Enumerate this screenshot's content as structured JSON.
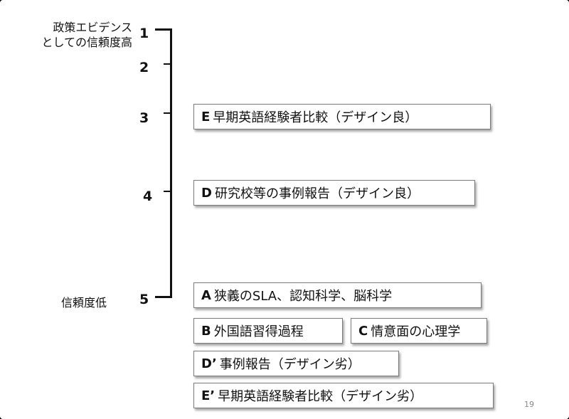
{
  "labels": {
    "high_line1": "政策エビデンス",
    "high_line2": "としての信頼度高",
    "low": "信頼度低"
  },
  "levels": [
    "1",
    "2",
    "3",
    "4",
    "5"
  ],
  "boxes": [
    {
      "code": "E",
      "text": "早期英語経験者比較（デザイン良）"
    },
    {
      "code": "D",
      "text": "研究校等の事例報告（デザイン良）"
    },
    {
      "code": "A",
      "text": "狭義のSLA、認知科学、脳科学"
    },
    {
      "code": "B",
      "text": "外国語習得過程"
    },
    {
      "code": "C",
      "text": "情意面の心理学"
    },
    {
      "code": "D’",
      "text": "事例報告（デザイン劣）"
    },
    {
      "code": "E’",
      "text": "早期英語経験者比較（デザイン劣）"
    }
  ],
  "page_number": "19"
}
